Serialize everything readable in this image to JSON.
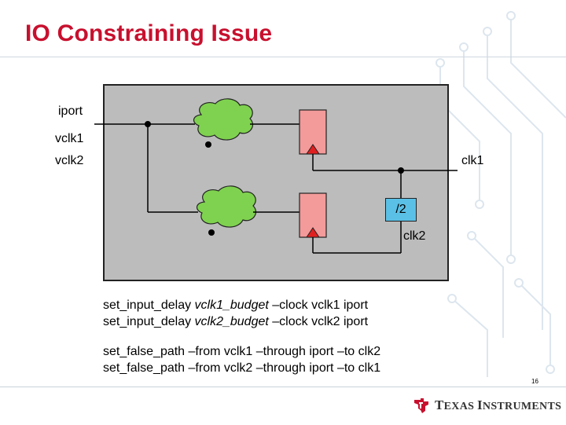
{
  "slide": {
    "title": "IO Constraining Issue",
    "page_number": "16"
  },
  "diagram": {
    "labels": {
      "iport": "iport",
      "vclk1": "vclk1",
      "vclk2": "vclk2",
      "clk1": "clk1",
      "clk2": "clk2",
      "divider": "/2"
    },
    "colors": {
      "box_fill": "#bcbcbc",
      "cloud_fill": "#7fd24f",
      "flop_fill": "#f39a9a",
      "clock_triangle": "#e02020",
      "divider_fill": "#5bc0e6"
    }
  },
  "constraints": {
    "line1": {
      "prefix": "set_input_delay ",
      "italic": "vclk1_budget",
      "suffix": " –clock vclk1 iport"
    },
    "line2": {
      "prefix": "set_input_delay ",
      "italic": "vclk2_budget",
      "suffix": " –clock vclk2 iport"
    },
    "line3": "set_false_path –from vclk1 –through iport –to clk2",
    "line4": "set_false_path –from vclk2 –through iport –to clk1"
  },
  "footer": {
    "logo_icon": "texas-instruments-logo-icon",
    "logo_text_1_big": "T",
    "logo_text_1": "EXAS ",
    "logo_text_2_big": "I",
    "logo_text_2": "NSTRUMENTS"
  }
}
